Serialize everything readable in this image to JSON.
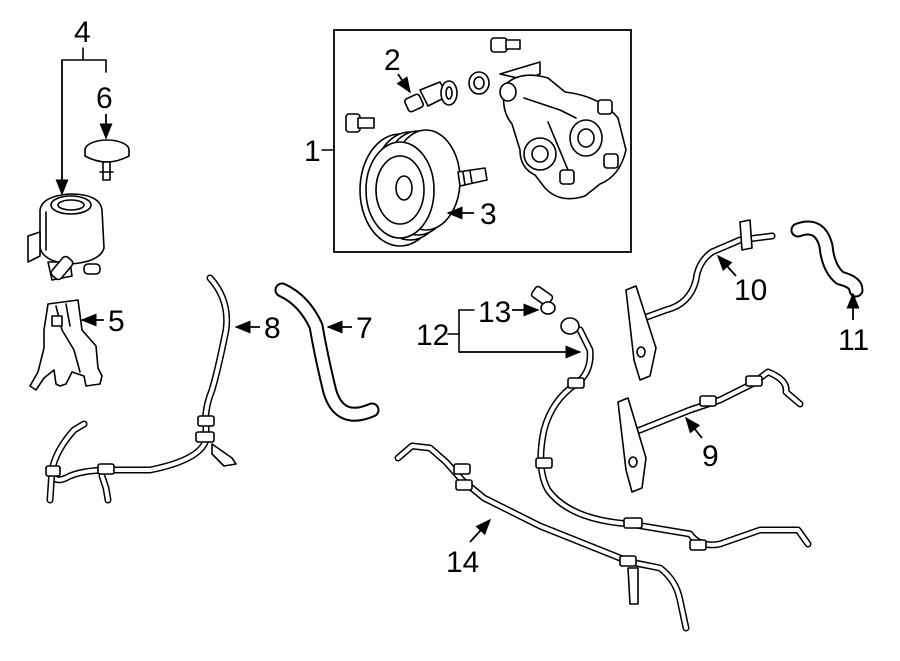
{
  "labels": {
    "p1": "1",
    "p2": "2",
    "p3": "3",
    "p4": "4",
    "p5": "5",
    "p6": "6",
    "p7": "7",
    "p8": "8",
    "p9": "9",
    "p10": "10",
    "p11": "11",
    "p12": "12",
    "p13": "13",
    "p14": "14"
  }
}
